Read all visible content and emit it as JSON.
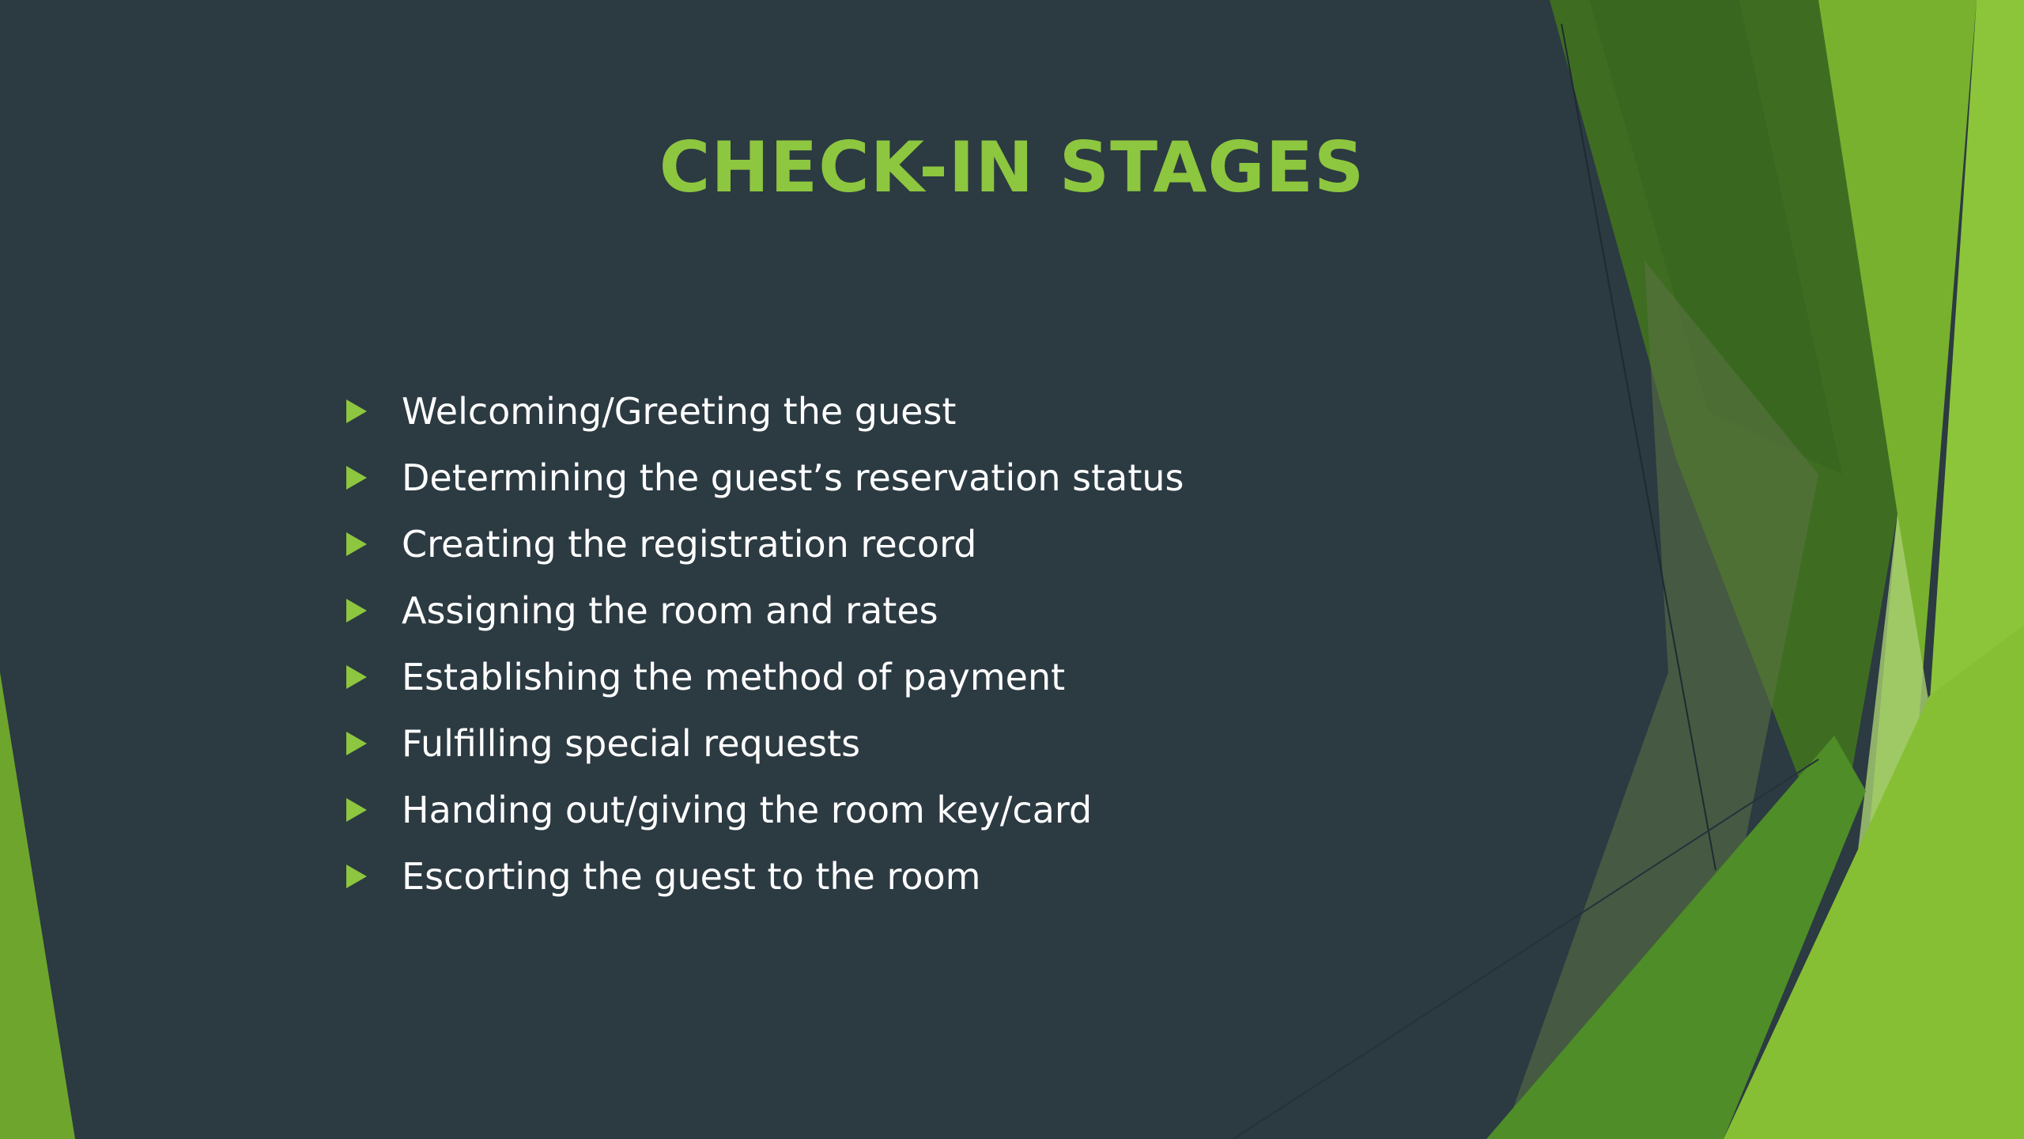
{
  "slide": {
    "title": "CHECK-IN STAGES",
    "bullets": [
      "Welcoming/Greeting the guest",
      "Determining the guest’s reservation status",
      "Creating the registration record",
      "Assigning the room and rates",
      "Establishing the method of payment",
      "Fulfilling special requests",
      "Handing out/giving the room key/card",
      "Escorting the guest to the room"
    ],
    "bullet_icon": "triangle-bullet-icon"
  },
  "colors": {
    "background": "#2c3a42",
    "accent_green": "#8dc63f",
    "dark_green": "#3e6e22",
    "mid_green": "#5a9a2a",
    "text": "#ffffff"
  }
}
